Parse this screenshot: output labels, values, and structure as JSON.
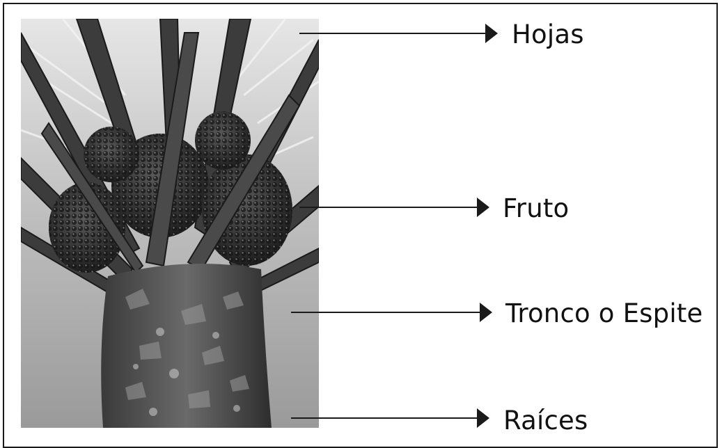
{
  "labels": {
    "hojas": "Hojas",
    "fruto": "Fruto",
    "tronco": "Tronco o Espite",
    "raices": "Raíces"
  },
  "photo": {
    "subject": "oil-palm-tree",
    "style": "grayscale"
  },
  "colors": {
    "text": "#111111",
    "line": "#1a1a1a",
    "frame": "#1a1a1a"
  }
}
